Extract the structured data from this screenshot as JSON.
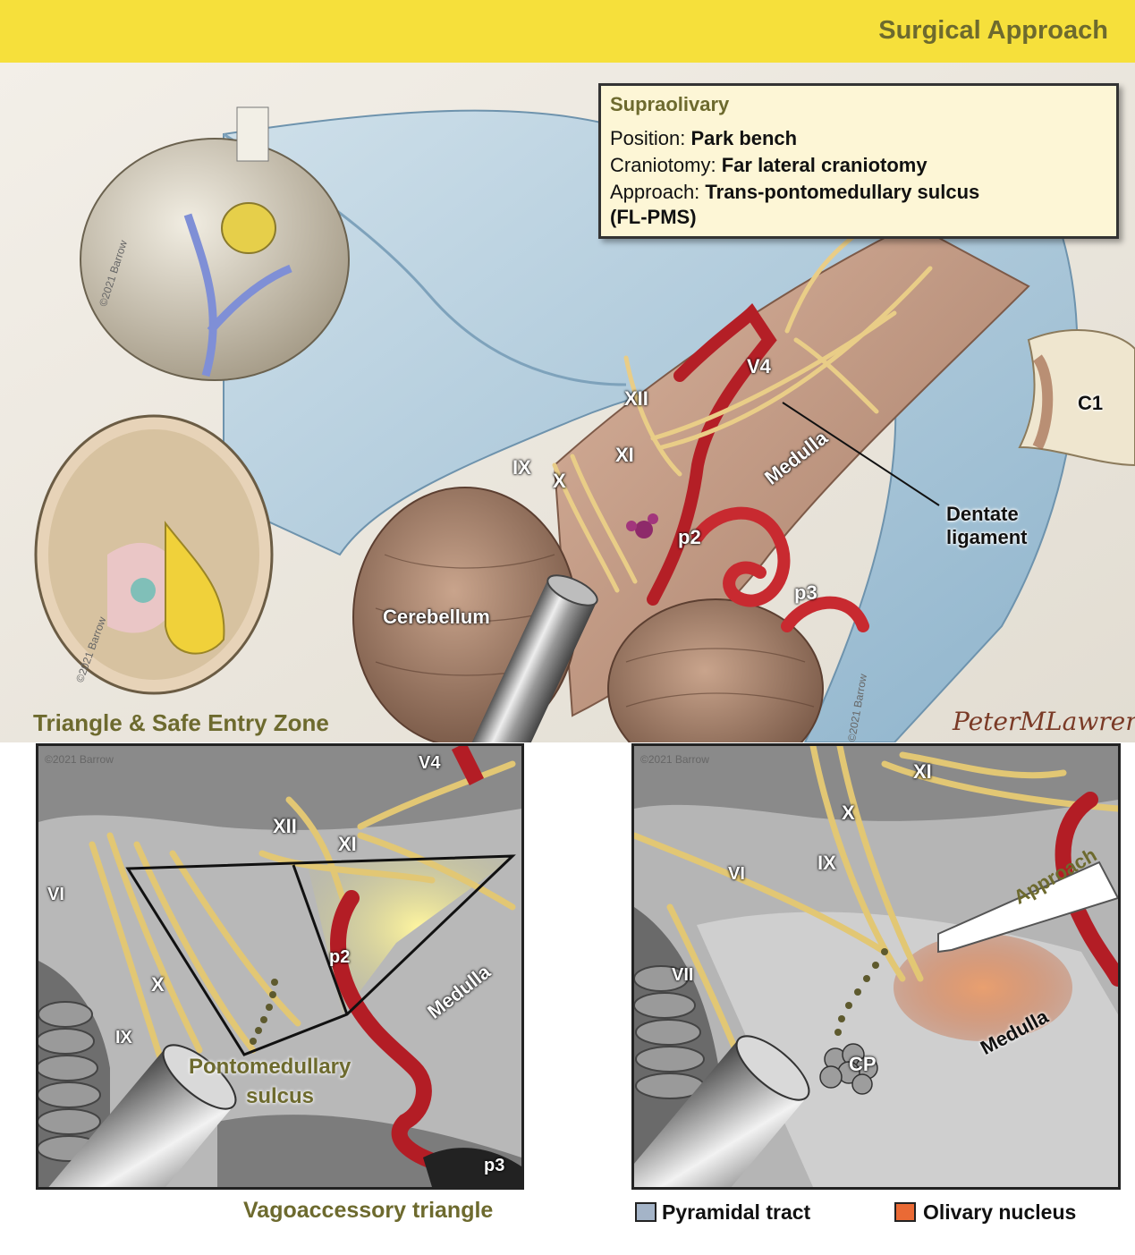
{
  "header": {
    "title": "Surgical Approach"
  },
  "info_box": {
    "title": "Supraolivary",
    "rows": [
      {
        "label": "Position: ",
        "value": "Park bench"
      },
      {
        "label": "Craniotomy: ",
        "value": "Far lateral craniotomy"
      },
      {
        "label": "Approach: ",
        "value": "Trans-pontomedullary sulcus"
      },
      {
        "label": "",
        "value": "(FL-PMS)"
      }
    ]
  },
  "main_labels": {
    "XII": "XII",
    "V4": "V4",
    "XI": "XI",
    "IX": "IX",
    "X": "X",
    "medulla": "Medulla",
    "p2": "p2",
    "p3": "p3",
    "cerebellum": "Cerebellum",
    "dentate": "Dentate\nligament",
    "C1": "C1"
  },
  "copyrights": {
    "skull": "©2021 Barrow",
    "skull2": "©2021 Barrow",
    "main": "©2021 Barrow",
    "left": "©2021 Barrow",
    "right": "©2021 Barrow"
  },
  "signature": "PeterMLawrence",
  "sections": {
    "triangle_title": "Triangle & Safe Entry Zone",
    "vagoaccessory": "Vagoaccessory triangle"
  },
  "left_panel": {
    "labels": {
      "V4": "V4",
      "XII": "XII",
      "XI": "XI",
      "VI": "VI",
      "X": "X",
      "IX": "IX",
      "p2": "p2",
      "medulla": "Medulla",
      "pms1": "Pontomedullary",
      "pms2": "sulcus",
      "p3": "p3"
    }
  },
  "right_panel": {
    "labels": {
      "XI": "XI",
      "X": "X",
      "IX": "IX",
      "VI": "VI",
      "VII": "VII",
      "approach": "Approach",
      "medulla": "Medulla",
      "CP": "CP"
    }
  },
  "legend": [
    {
      "label": "Pyramidal tract",
      "color": "#a4b4c8"
    },
    {
      "label": "Olivary nucleus",
      "color": "#ea6a35"
    }
  ]
}
